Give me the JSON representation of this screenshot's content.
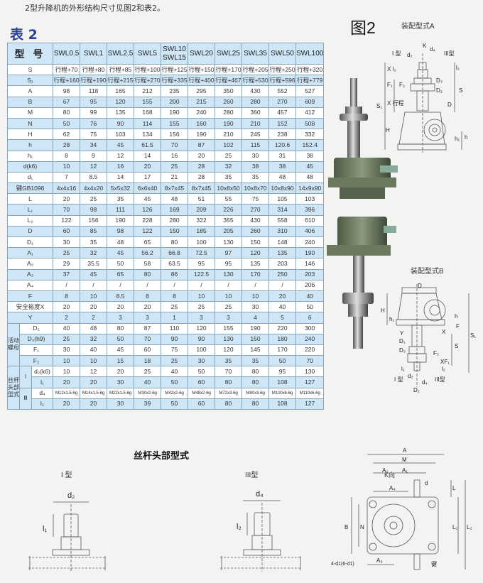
{
  "caption": "2型升降机的外形结构尺寸见图2和表2。",
  "table": {
    "title": "表 2",
    "header_label": "型 号",
    "models": [
      "SWL0.5",
      "SWL1",
      "SWL2.5",
      "SWL5",
      "SWL10\nSWL15",
      "SWL20",
      "SWL25",
      "SWL35",
      "SWL50",
      "SWL100"
    ],
    "rows": [
      {
        "label": "S",
        "values": [
          "行程+70",
          "行程+80",
          "行程+85",
          "行程+100",
          "行程+125",
          "行程+150",
          "行程+170",
          "行程+205",
          "行程+250",
          "行程+320"
        ]
      },
      {
        "label": "S₁",
        "values": [
          "行程+160",
          "行程+190",
          "行程+215",
          "行程+270",
          "行程+335",
          "行程+400",
          "行程+467",
          "行程+530",
          "行程+596",
          "行程+779"
        ]
      },
      {
        "label": "A",
        "values": [
          "98",
          "118",
          "165",
          "212",
          "235",
          "295",
          "350",
          "430",
          "552",
          "527"
        ]
      },
      {
        "label": "B",
        "values": [
          "67",
          "95",
          "120",
          "155",
          "200",
          "215",
          "260",
          "280",
          "270",
          "609"
        ]
      },
      {
        "label": "M",
        "values": [
          "80",
          "99",
          "135",
          "168",
          "190",
          "240",
          "280",
          "360",
          "457",
          "412"
        ]
      },
      {
        "label": "N",
        "values": [
          "50",
          "76",
          "90",
          "114",
          "155",
          "160",
          "190",
          "210",
          "152",
          "508"
        ]
      },
      {
        "label": "H",
        "values": [
          "62",
          "75",
          "103",
          "134",
          "156",
          "190",
          "210",
          "245",
          "238",
          "332"
        ]
      },
      {
        "label": "h",
        "values": [
          "28",
          "34",
          "45",
          "61.5",
          "70",
          "87",
          "102",
          "115",
          "120.6",
          "152.4"
        ]
      },
      {
        "label": "h₁",
        "values": [
          "8",
          "9",
          "12",
          "14",
          "16",
          "20",
          "25",
          "30",
          "31",
          "38"
        ]
      },
      {
        "label": "d(k6)",
        "values": [
          "10",
          "12",
          "16",
          "20",
          "25",
          "28",
          "32",
          "38",
          "38",
          "45"
        ]
      },
      {
        "label": "d₁",
        "values": [
          "7",
          "8.5",
          "14",
          "17",
          "21",
          "28",
          "35",
          "35",
          "48",
          "48"
        ]
      },
      {
        "label": "键GB1096",
        "values": [
          "4x4x16",
          "4x4x20",
          "5x5x32",
          "6x6x40",
          "8x7x45",
          "8x7x45",
          "10x8x50",
          "10x8x70",
          "10x8x90",
          "14x9x90"
        ]
      },
      {
        "label": "L",
        "values": [
          "20",
          "25",
          "35",
          "45",
          "48",
          "51",
          "55",
          "75",
          "105",
          "103"
        ]
      },
      {
        "label": "L₁",
        "values": [
          "70",
          "98",
          "111",
          "126",
          "169",
          "209",
          "226",
          "270",
          "314",
          "396"
        ]
      },
      {
        "label": "L₂",
        "values": [
          "122",
          "156",
          "190",
          "228",
          "280",
          "322",
          "355",
          "430",
          "558",
          "610"
        ]
      },
      {
        "label": "D",
        "values": [
          "60",
          "85",
          "98",
          "122",
          "150",
          "185",
          "205",
          "260",
          "310",
          "406"
        ]
      },
      {
        "label": "D₁",
        "values": [
          "30",
          "35",
          "48",
          "65",
          "80",
          "100",
          "130",
          "150",
          "148",
          "240"
        ]
      },
      {
        "label": "A₁",
        "values": [
          "25",
          "32",
          "45",
          "56.2",
          "66.8",
          "72.5",
          "97",
          "120",
          "135",
          "190"
        ]
      },
      {
        "label": "A₂",
        "values": [
          "29",
          "35.5",
          "50",
          "58",
          "63.5",
          "95",
          "95",
          "135",
          "203",
          "146"
        ]
      },
      {
        "label": "A₃",
        "values": [
          "37",
          "45",
          "65",
          "80",
          "86",
          "122.5",
          "130",
          "170",
          "250",
          "203"
        ]
      },
      {
        "label": "A₄",
        "values": [
          "/",
          "/",
          "/",
          "/",
          "/",
          "/",
          "/",
          "/",
          "/",
          "206"
        ]
      },
      {
        "label": "F",
        "values": [
          "8",
          "10",
          "8.5",
          "8",
          "8",
          "10",
          "10",
          "10",
          "20",
          "40"
        ]
      },
      {
        "label": "安全裕度X",
        "values": [
          "20",
          "20",
          "20",
          "20",
          "25",
          "25",
          "25",
          "30",
          "40",
          "50"
        ]
      },
      {
        "label": "Y",
        "values": [
          "2",
          "2",
          "3",
          "3",
          "1",
          "3",
          "3",
          "4",
          "5",
          "6"
        ]
      }
    ],
    "nut_group": {
      "label": "活动螺母",
      "rows": [
        {
          "label": "D₂",
          "values": [
            "40",
            "48",
            "80",
            "87",
            "110",
            "120",
            "155",
            "190",
            "220",
            "300"
          ]
        },
        {
          "label": "D₃(h9)",
          "values": [
            "25",
            "32",
            "50",
            "70",
            "90",
            "90",
            "130",
            "150",
            "180",
            "240"
          ]
        },
        {
          "label": "F₁",
          "values": [
            "30",
            "40",
            "45",
            "60",
            "75",
            "100",
            "120",
            "145",
            "170",
            "220"
          ]
        },
        {
          "label": "F₂",
          "values": [
            "10",
            "10",
            "15",
            "18",
            "25",
            "30",
            "35",
            "35",
            "50",
            "70"
          ]
        }
      ]
    },
    "head_group": {
      "label": "丝杆头部型式",
      "subgroups": [
        {
          "label": "I",
          "rows": [
            {
              "label": "d₂(k6)",
              "values": [
                "10",
                "12",
                "20",
                "25",
                "40",
                "50",
                "70",
                "80",
                "95",
                "130"
              ]
            },
            {
              "label": "l₁",
              "values": [
                "20",
                "20",
                "30",
                "40",
                "50",
                "60",
                "80",
                "80",
                "108",
                "127"
              ]
            }
          ]
        },
        {
          "label": "Ⅲ",
          "rows": [
            {
              "label": "d₄",
              "values": [
                "M12x1.5-6g",
                "M14x1.5-6g",
                "M22x1.5-6g",
                "M30x2-6g",
                "M42x2-6g",
                "M48x2-6g",
                "M72x3-6g",
                "M80x3-6g",
                "M100x6-6g",
                "M110x6-6g"
              ]
            },
            {
              "label": "l₂",
              "values": [
                "20",
                "20",
                "30",
                "39",
                "50",
                "60",
                "80",
                "80",
                "108",
                "127"
              ]
            }
          ]
        }
      ]
    }
  },
  "figure": {
    "title": "图2",
    "assembly_a": {
      "title": "装配型式A",
      "labels": {
        "k": "K",
        "type1": "I 型",
        "type3": "III型",
        "d2": "d₂",
        "d4": "d₄",
        "x": "X",
        "l1": "l₁",
        "l2": "l₂",
        "f1": "F₁",
        "f2": "F₂",
        "d3": "D₃",
        "d2cap": "D₂",
        "stroke": "X 行程",
        "d": "D",
        "s": "S",
        "s1": "S₁",
        "h": "H",
        "h1": "h₁",
        "hsmall": "h"
      }
    },
    "assembly_b": {
      "title": "装配型式B",
      "labels": {
        "d": "D",
        "h": "H",
        "h1": "h₁",
        "hsmall": "h",
        "f": "F",
        "y": "Y",
        "x": "X",
        "d1": "D₁",
        "d3": "D₃",
        "f2": "F₂",
        "xf1": "XF₁",
        "s": "S",
        "s1": "S₁",
        "l1": "l₁",
        "l2": "l₂",
        "type1": "I 型",
        "type3": "III型",
        "d2": "d₂",
        "d4": "d₄",
        "d2cap": "D₂"
      }
    },
    "k_view": {
      "title": "K向",
      "labels": {
        "a": "A",
        "m": "M",
        "a2": "A₂",
        "a1": "A₁",
        "a4": "A₄",
        "d": "d",
        "l": "L",
        "l1": "L₁",
        "l2": "L₂",
        "b": "B",
        "n": "N",
        "a3": "A₃",
        "holes": "4-d1(6-d1)",
        "key": "键"
      }
    }
  },
  "screw_head": {
    "title": "丝杆头部型式",
    "type1": {
      "title": "I 型",
      "d": "d₂",
      "l": "l₁"
    },
    "type3": {
      "title": "III型",
      "d": "d₄",
      "l": "l₂"
    }
  }
}
